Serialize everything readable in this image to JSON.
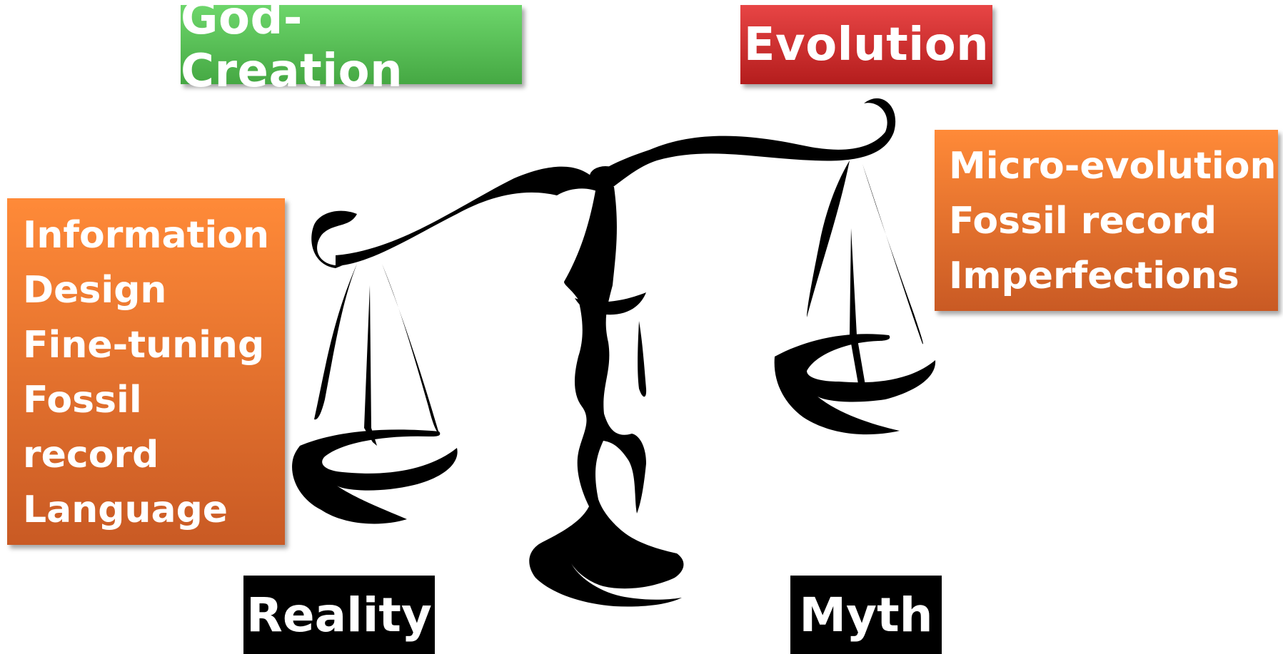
{
  "left_side": {
    "title": "God-Creation",
    "title_color": "#4caf50",
    "evidence": [
      "Information",
      "Design",
      "Fine-tuning",
      "Fossil record",
      "Language",
      "…"
    ],
    "verdict": "Reality"
  },
  "right_side": {
    "title": "Evolution",
    "title_color": "#c62828",
    "evidence": [
      "Micro-evolution",
      "Fossil record",
      "Imperfections"
    ],
    "verdict": "Myth"
  },
  "center": {
    "icon": "balance-scale-icon"
  },
  "colors": {
    "evidence_box": "#e8702f",
    "verdict_box": "#000000"
  }
}
